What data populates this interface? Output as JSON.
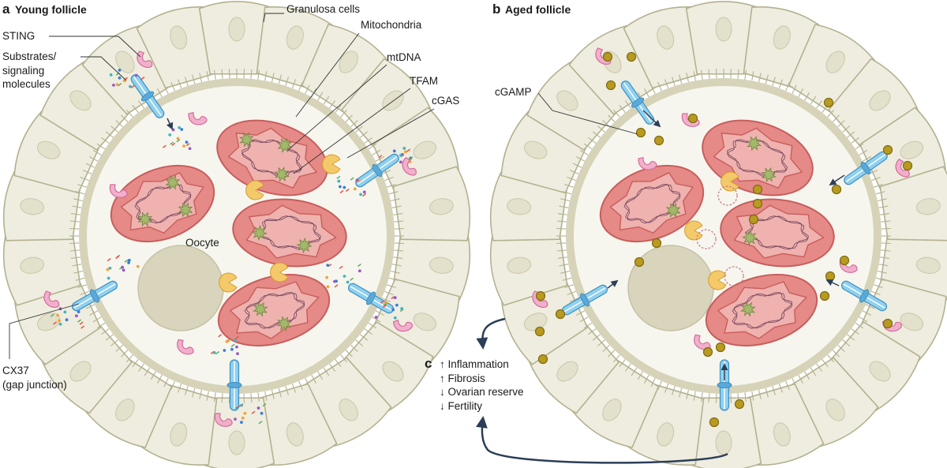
{
  "panel_a": {
    "letter": "a",
    "title": "Young follicle",
    "labels": {
      "granulosa": "Granulosa cells",
      "mitochondria": "Mitochondria",
      "mtdna": "mtDNA",
      "tfam": "TFAM",
      "cgas": "cGAS",
      "sting": "STING",
      "substrates_1": "Substrates/",
      "substrates_2": "signaling",
      "substrates_3": "molecules",
      "oocyte": "Oocyte",
      "cx37_1": "CX37",
      "cx37_2": "(gap junction)"
    }
  },
  "panel_b": {
    "letter": "b",
    "title": "Aged follicle",
    "labels": {
      "cgamp": "cGAMP"
    }
  },
  "panel_c": {
    "letter": "c",
    "outcomes": [
      "↑ Inflammation",
      "↑ Fibrosis",
      "↓ Ovarian reserve",
      "↓ Fertility"
    ]
  },
  "colors": {
    "granulosa_fill": "#eeeddf",
    "granulosa_stroke": "#b4b190",
    "nucleus_fill": "#e3e0cb",
    "oocyte_fill": "#f6f6ee",
    "zona": "#d6d3b8",
    "oocyte_nucleus": "#d9d4bc",
    "mito_outer": "#e58a86",
    "mito_stroke": "#c85d5d",
    "mito_inner": "#efb2ae",
    "mtdna_strand": "#7d4c63",
    "tfam_star": "#a3b86a",
    "cgas": "#f4c96a",
    "sting": "#f0b0cb",
    "connexin": "#8fd0ef",
    "cgamp": "#b89a20",
    "arrow": "#2c3e57"
  }
}
